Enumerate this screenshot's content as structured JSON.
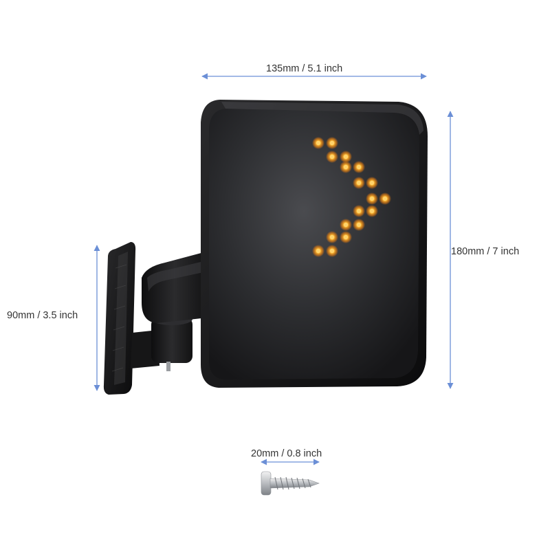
{
  "dimensions": {
    "top_width": "135mm / 5.1 inch",
    "right_height": "180mm / 7 inch",
    "left_height": "90mm / 3.5 inch",
    "screw_length": "20mm / 0.8 inch"
  },
  "colors": {
    "dimension_line": "#6b8fd6",
    "mirror_body": "#1a1a1c",
    "mirror_glass": "#2f3033",
    "led_amber": "#f5a623"
  },
  "icons": {
    "turn_signal": "chevron-right-arrow",
    "screw": "self-tapping-screw"
  }
}
